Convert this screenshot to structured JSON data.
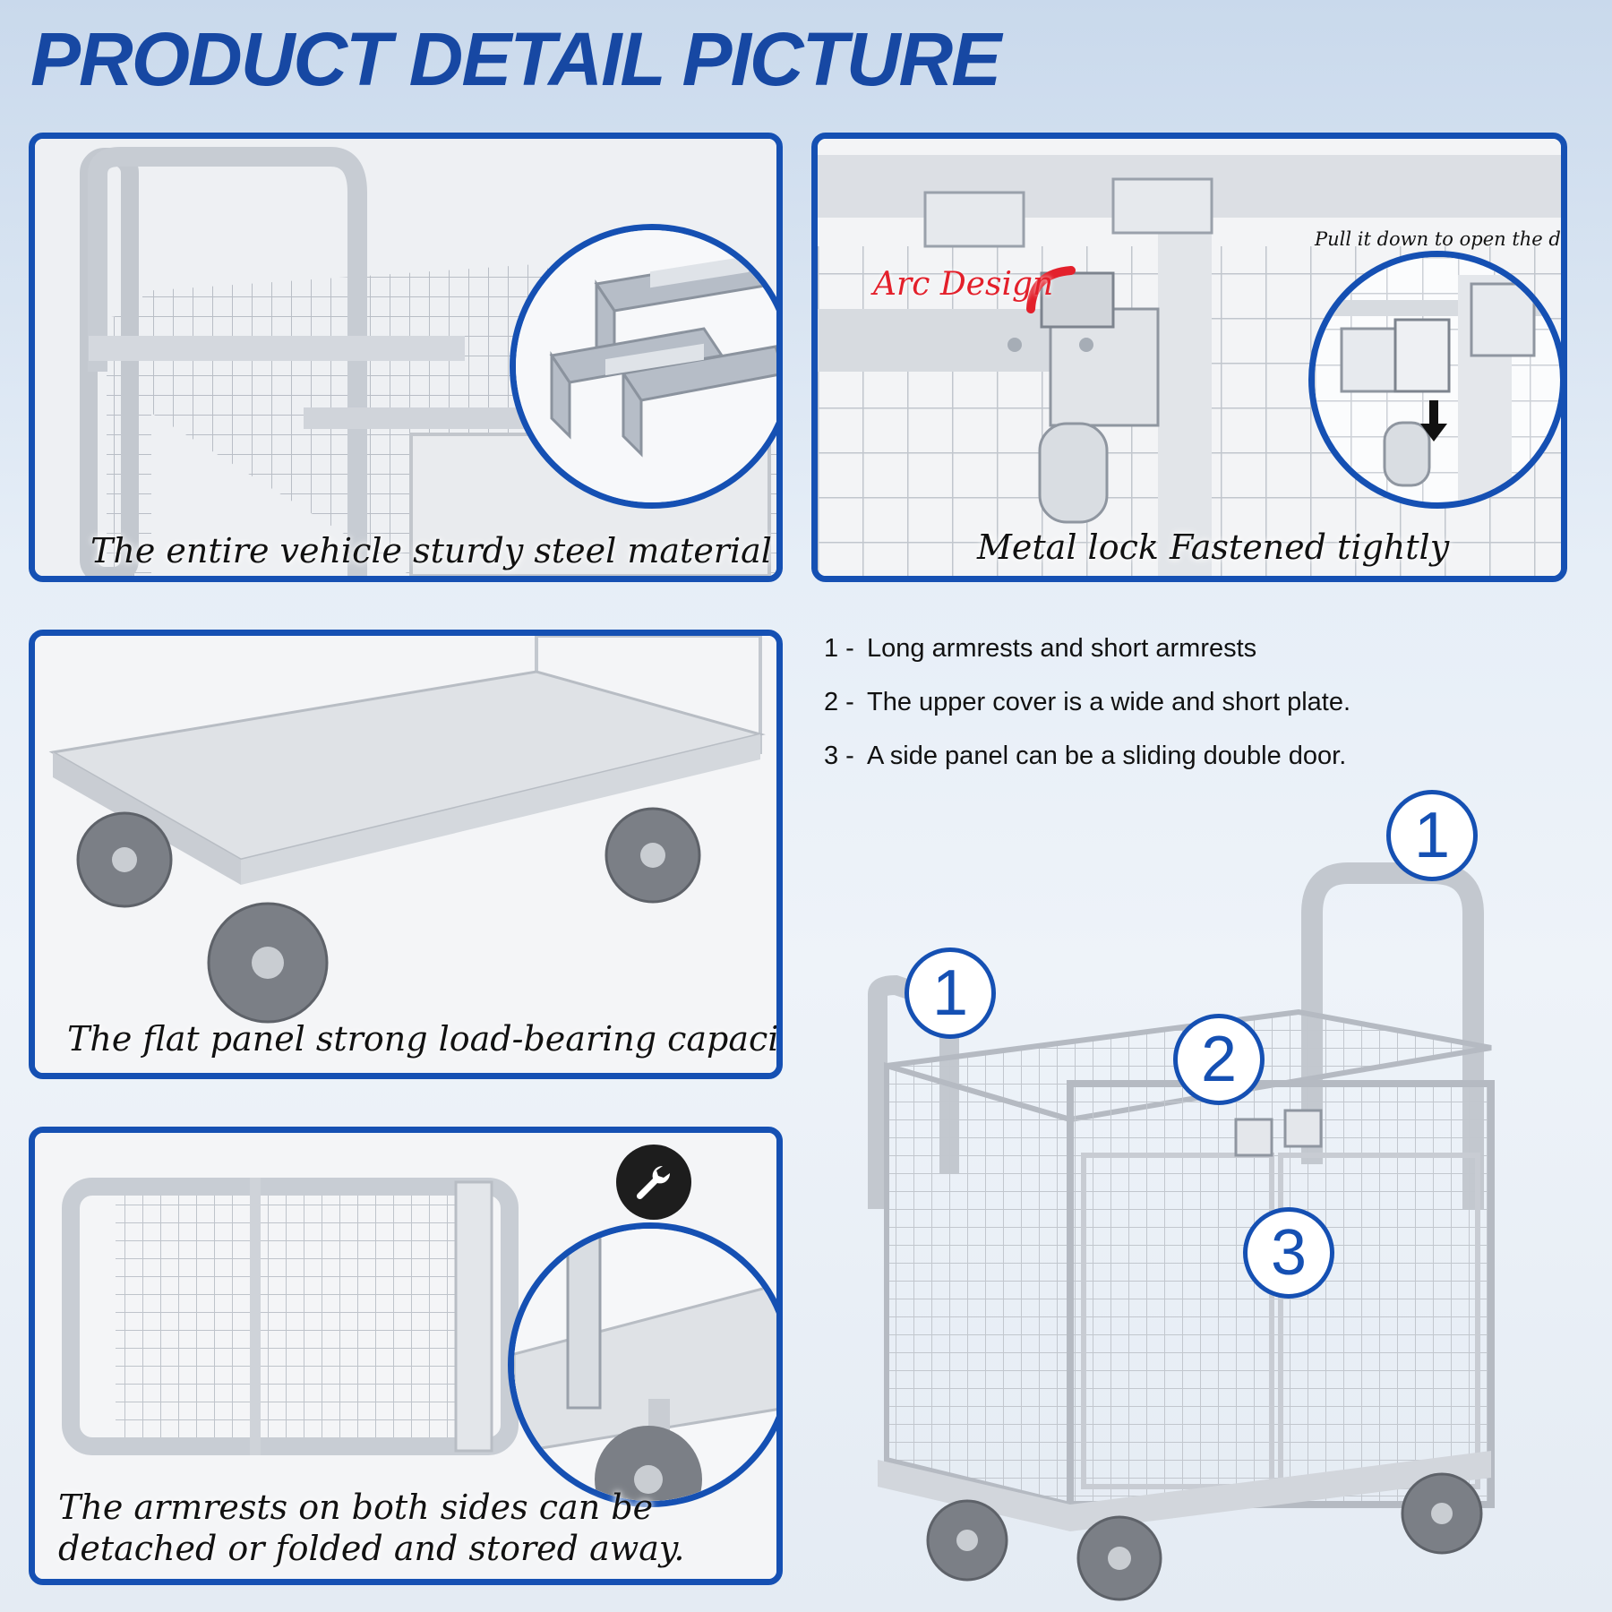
{
  "title": "PRODUCT DETAIL PICTURE",
  "panels": {
    "steel": {
      "caption": "The entire vehicle sturdy steel material"
    },
    "lock": {
      "caption": "Metal lock  Fastened tightly",
      "arc_label": "Arc Design",
      "zoom_note": "Pull it down to open the door"
    },
    "flat": {
      "caption": "The flat panel strong load-bearing capacity"
    },
    "armrest": {
      "caption_line1": "The armrests on both sides can be",
      "caption_line2": "detached or folded and stored away."
    }
  },
  "features": [
    {
      "num": "1 -",
      "text": "Long armrests and short armrests"
    },
    {
      "num": "2 -",
      "text": "The upper cover is a wide and short plate."
    },
    {
      "num": "3 -",
      "text": "A side panel can be a sliding double door."
    }
  ],
  "badges": [
    "1",
    "1",
    "2",
    "3"
  ],
  "colors": {
    "accent": "#1550b3",
    "title": "#1748a3",
    "arc": "#e3202b"
  },
  "icons": [
    "wrench-icon",
    "down-arrow-icon",
    "arc-arrow-icon"
  ]
}
